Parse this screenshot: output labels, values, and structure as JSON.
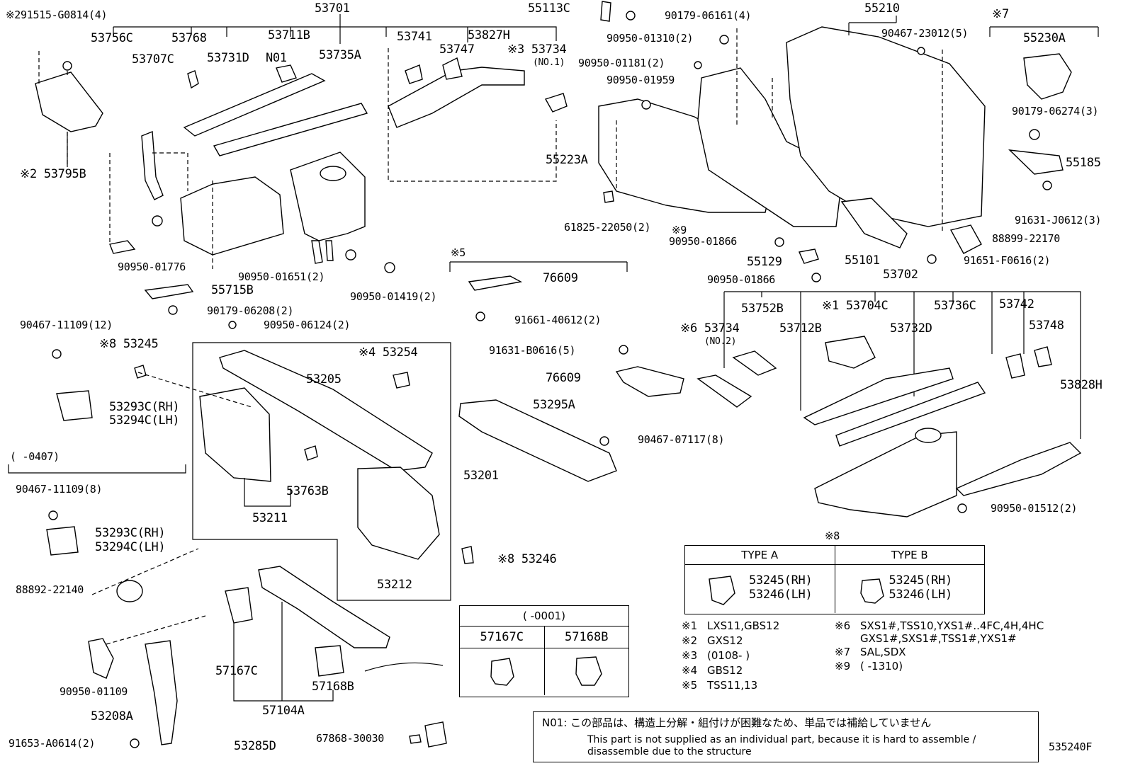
{
  "callouts": {
    "c_291515": "※291515-G0814(4)",
    "c_53756C": "53756C",
    "c_53768": "53768",
    "c_53701": "53701",
    "c_53711B": "53711B",
    "c_N01": "N01",
    "c_53707C": "53707C",
    "c_53731D": "53731D",
    "c_53735A": "53735A",
    "c_53741": "53741",
    "c_53747": "53747",
    "c_53827H": "53827H",
    "c_53734_no1": "※3 53734",
    "c_no1": "(NO.1)",
    "c_53795B": "※2 53795B",
    "c_55113C": "55113C",
    "c_90179_06161": "90179-06161(4)",
    "c_90950_01310": "90950-01310(2)",
    "c_90950_01181": "90950-01181(2)",
    "c_90950_01959": "90950-01959",
    "c_55210": "55210",
    "c_90467_23012": "90467-23012(5)",
    "c_mark7": "※7",
    "c_55230A": "55230A",
    "c_90179_06274": "90179-06274(3)",
    "c_55185": "55185",
    "c_55223A": "55223A",
    "c_61825": "61825-22050(2)",
    "c_mark9": "※9",
    "c_90950_01866a": "90950-01866",
    "c_55129": "55129",
    "c_55101": "55101",
    "c_91631_J0612": "91631-J0612(3)",
    "c_88899": "88899-22170",
    "c_91651": "91651-F0616(2)",
    "c_90950_01866b": "90950-01866",
    "c_53702": "53702",
    "c_90950_01776": "90950-01776",
    "c_90950_01651": "90950-01651(2)",
    "c_90950_01419": "90950-01419(2)",
    "c_mark5": "※5",
    "c_76609a": "76609",
    "c_91661": "91661-40612(2)",
    "c_55715B": "55715B",
    "c_90179_06208": "90179-06208(2)",
    "c_90950_06124": "90950-06124(2)",
    "c_90467_11109_12": "90467-11109(12)",
    "c_53245_top": "※8 53245",
    "c_53254": "※4 53254",
    "c_53205": "53205",
    "c_53293C_a": "53293C(RH)",
    "c_53294C_a": "53294C(LH)",
    "c_0407": "(  -0407)",
    "c_90467_11109_8": "90467-11109(8)",
    "c_53293C_b": "53293C(RH)",
    "c_53294C_b": "53294C(LH)",
    "c_53763B": "53763B",
    "c_53211": "53211",
    "c_53201": "53201",
    "c_53295A": "53295A",
    "c_90467_07117": "90467-07117(8)",
    "c_91631_B0616": "91631-B0616(5)",
    "c_76609b": "76609",
    "c_53734_no2": "※6 53734",
    "c_no2": "(NO.2)",
    "c_53752B": "53752B",
    "c_53712B": "53712B",
    "c_53704C": "※1 53704C",
    "c_53732D": "53732D",
    "c_53736C": "53736C",
    "c_53742": "53742",
    "c_53748": "53748",
    "c_53828H": "53828H",
    "c_90950_01512": "90950-01512(2)",
    "c_53246": "※8 53246",
    "c_53212": "53212",
    "c_88892": "88892-22140",
    "c_90950_01109": "90950-01109",
    "c_53208A": "53208A",
    "c_91653": "91653-A0614(2)",
    "c_57167C": "57167C",
    "c_57104A": "57104A",
    "c_57168B": "57168B",
    "c_53285D": "53285D",
    "c_67868": "67868-30030",
    "c_code": "535240F"
  },
  "table_0001": {
    "range": "(  -0001)",
    "col1": "57167C",
    "col2": "57168B"
  },
  "table_type": {
    "mark": "※8",
    "type_a": "TYPE A",
    "type_b": "TYPE B",
    "a_rh": "53245(RH)",
    "a_lh": "53246(LH)",
    "b_rh": "53245(RH)",
    "b_lh": "53246(LH)"
  },
  "legend": [
    {
      "mark": "※1",
      "text": "LXS11,GBS12"
    },
    {
      "mark": "※2",
      "text": "GXS12"
    },
    {
      "mark": "※3",
      "text": "(0108-    )"
    },
    {
      "mark": "※4",
      "text": "GBS12"
    },
    {
      "mark": "※5",
      "text": "TSS11,13"
    },
    {
      "mark": "※6",
      "text": "SXS1#,TSS10,YXS1#..4FC,4H,4HC"
    },
    {
      "mark": "",
      "text": "GXS1#,SXS1#,TSS1#,YXS1#"
    },
    {
      "mark": "※7",
      "text": "SAL,SDX"
    },
    {
      "mark": "※9",
      "text": "(    -1310)"
    }
  ],
  "note": {
    "jp": "N01: この部品は、構造上分解・組付けが困難なため、単品では補給していません",
    "en1": "This part is not supplied as an individual part, because it is hard to assemble /",
    "en2": "disassemble due to the structure"
  }
}
